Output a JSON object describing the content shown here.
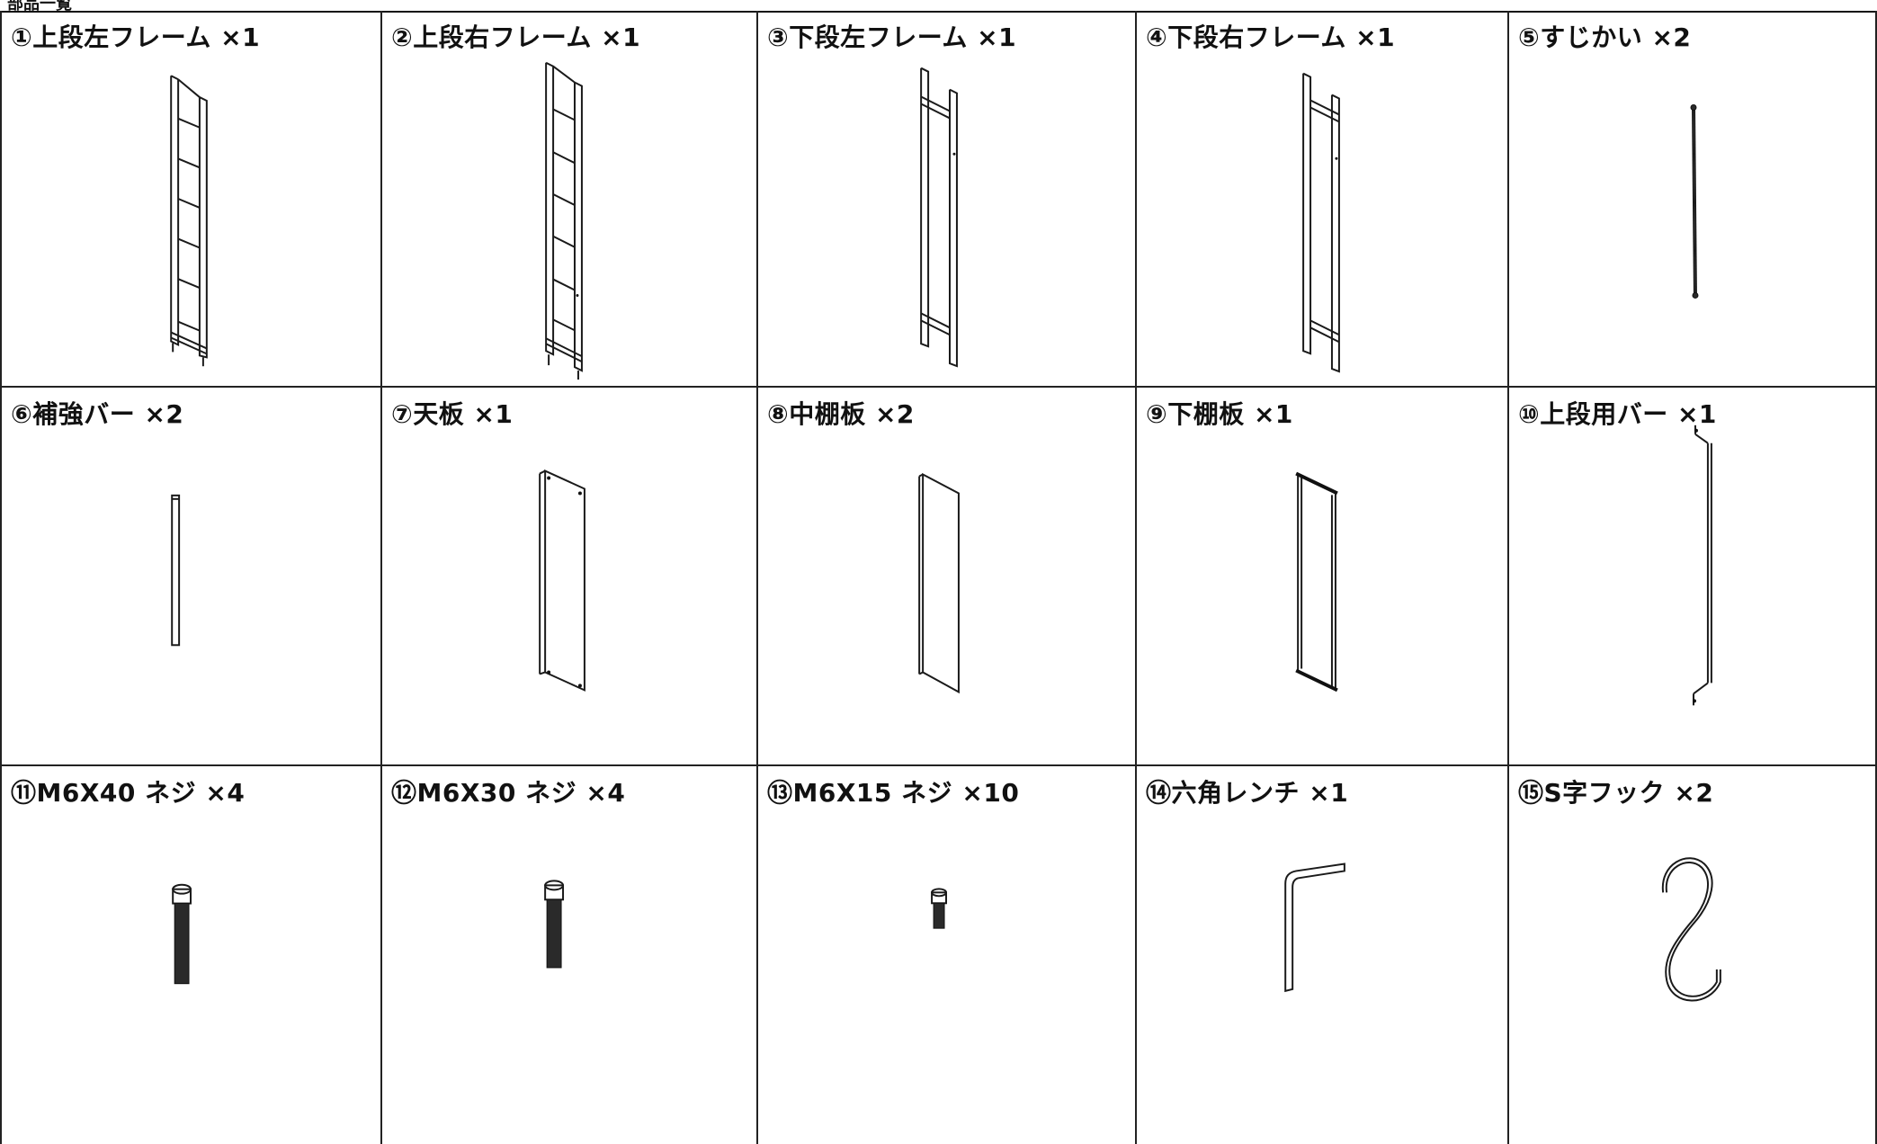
{
  "header": {
    "partial_text": "部品一覧"
  },
  "parts": [
    {
      "label": "①上段左フレーム ×1"
    },
    {
      "label": "②上段右フレーム ×1"
    },
    {
      "label": "③下段左フレーム ×1"
    },
    {
      "label": "④下段右フレーム ×1"
    },
    {
      "label": "⑤すじかい ×2"
    },
    {
      "label": "⑥補強バー ×2"
    },
    {
      "label": "⑦天板 ×1"
    },
    {
      "label": "⑧中棚板 ×2"
    },
    {
      "label": "⑨下棚板 ×1"
    },
    {
      "label": "⑩上段用バー ×1"
    },
    {
      "label": "⑪M6X40 ネジ ×4"
    },
    {
      "label": "⑫M6X30 ネジ ×4"
    },
    {
      "label": "⑬M6X15 ネジ ×10"
    },
    {
      "label": "⑭六角レンチ ×1"
    },
    {
      "label": "⑮S字フック ×2"
    }
  ]
}
